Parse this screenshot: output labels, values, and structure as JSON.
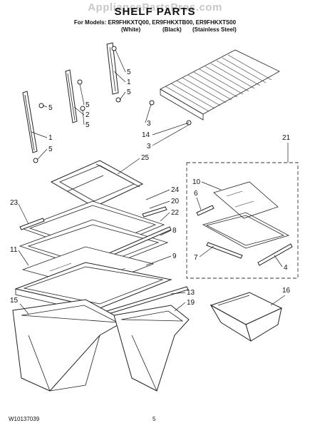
{
  "header": {
    "watermark": "AppliancePartsPros.com",
    "title": "SHELF PARTS",
    "models_line": "For Models: ER9FHKXTQ00, ER9FHKXTB00, ER9FHKXTS00",
    "finishes": [
      "(White)",
      "(Black)",
      "(Stainless Steel)"
    ]
  },
  "callouts": [
    "5",
    "1",
    "5",
    "5",
    "2",
    "5",
    "5",
    "1",
    "5",
    "3",
    "14",
    "3",
    "21",
    "25",
    "10",
    "6",
    "24",
    "23",
    "20",
    "22",
    "8",
    "11",
    "7",
    "4",
    "9",
    "13",
    "15",
    "19",
    "16"
  ],
  "footer": {
    "doc_number": "W10137039",
    "page_number": "5"
  }
}
